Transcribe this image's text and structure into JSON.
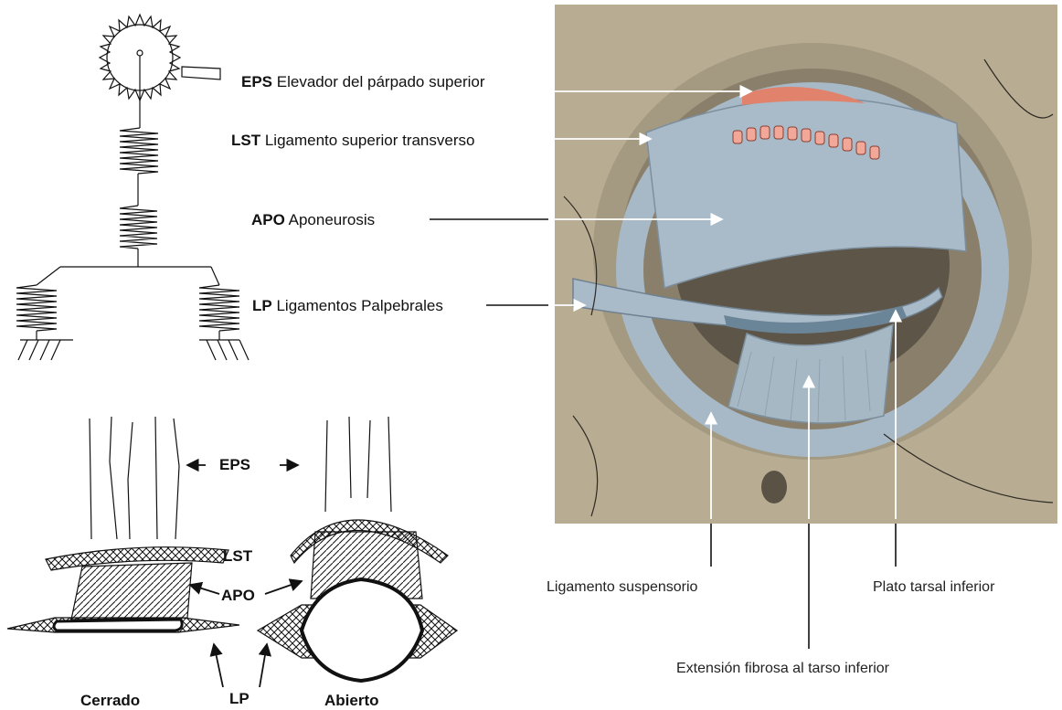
{
  "labels": {
    "eps": {
      "abbr": "EPS",
      "text": "Elevador del párpado superior"
    },
    "lst": {
      "abbr": "LST",
      "text": "Ligamento superior transverso"
    },
    "apo": {
      "abbr": "APO",
      "text": "Aponeurosis"
    },
    "lp": {
      "abbr": "LP",
      "text": "Ligamentos Palpebrales"
    }
  },
  "lower_diagram": {
    "eps": "EPS",
    "lst": "LST",
    "apo": "APO",
    "lp": "LP",
    "closed": "Cerrado",
    "open": "Abierto"
  },
  "photo_captions": {
    "suspensory": "Ligamento suspensorio",
    "inferior_tarsal": "Plato tarsal inferior",
    "fibrous_extension": "Extensión fibrosa al tarso inferior"
  },
  "colors": {
    "photo_bg": "#b9ad93",
    "ligament": "#a6b8c6",
    "muscle": "#e0826c",
    "line": "#111111"
  }
}
